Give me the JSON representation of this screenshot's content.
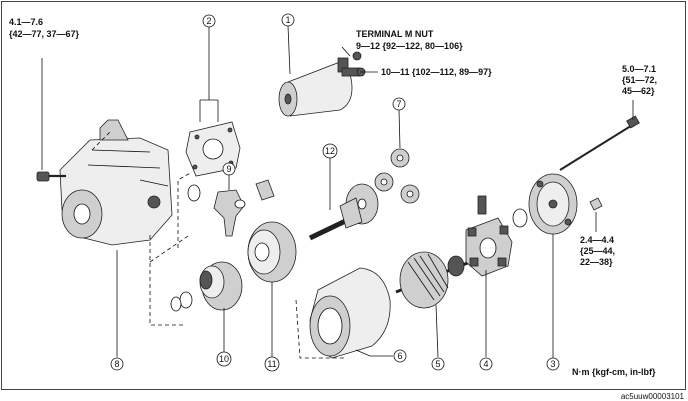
{
  "torque_specs": {
    "bolt_left": [
      "4.1—7.6",
      "{42—77, 37—67}"
    ],
    "terminal_m_nut": [
      "TERMINAL M NUT",
      "9—12 {92—122, 80—106}"
    ],
    "terminal_b_nut": [
      "10—11 {102—112, 89—97}"
    ],
    "through_bolt": [
      "5.0—7.1",
      "{51—72,",
      "45—62}"
    ],
    "screw_right": [
      "2.4—4.4",
      "{25—44,",
      "22—38}"
    ]
  },
  "callouts": [
    "1",
    "2",
    "3",
    "4",
    "5",
    "6",
    "7",
    "8",
    "9",
    "10",
    "11",
    "12"
  ],
  "unit_legend": "N·m {kgf-cm, in-lbf}",
  "figure_code": "ac5uuw00003101"
}
